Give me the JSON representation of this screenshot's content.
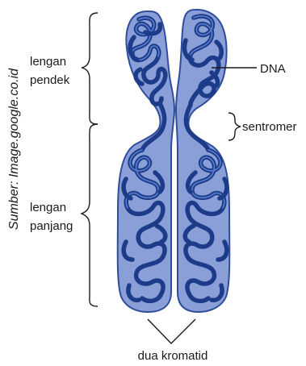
{
  "source_note": "Sumber: Image.google.co.id",
  "labels": {
    "short_arm_line1": "lengan",
    "short_arm_line2": "pendek",
    "long_arm_line1": "lengan",
    "long_arm_line2": "panjang",
    "dna": "DNA",
    "centromere": "sentromer",
    "chromatids": "dua kromatid"
  },
  "colors": {
    "chromatid_fill": "#8a9fd8",
    "dna_coil": "#1c3b88",
    "outline": "#2e4e9b"
  }
}
